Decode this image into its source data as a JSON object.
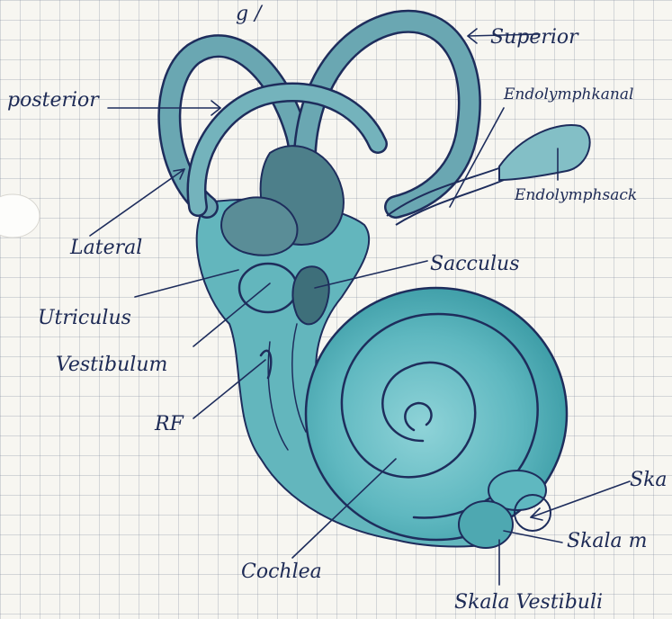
{
  "diagram": {
    "title_fragment": "g /",
    "labels": {
      "superior": "Superior",
      "posterior": "posterior",
      "endolymphkanal": "Endolymphkanal",
      "endolymphsack": "Endolymphsack",
      "lateral": "Lateral",
      "sacculus": "Sacculus",
      "utriculus": "Utriculus",
      "vestibulum": "Vestibulum",
      "rf": "RF",
      "cochlea": "Cochlea",
      "skala_tympani": "Ska",
      "skala_media": "Skala m",
      "skala_vestibuli": "Skala Vestibuli"
    }
  },
  "colors": {
    "teal": "#5fb8c0",
    "teal_dark": "#2f8d98",
    "ink": "#1e2d5c",
    "paper": "#f7f6f1"
  }
}
